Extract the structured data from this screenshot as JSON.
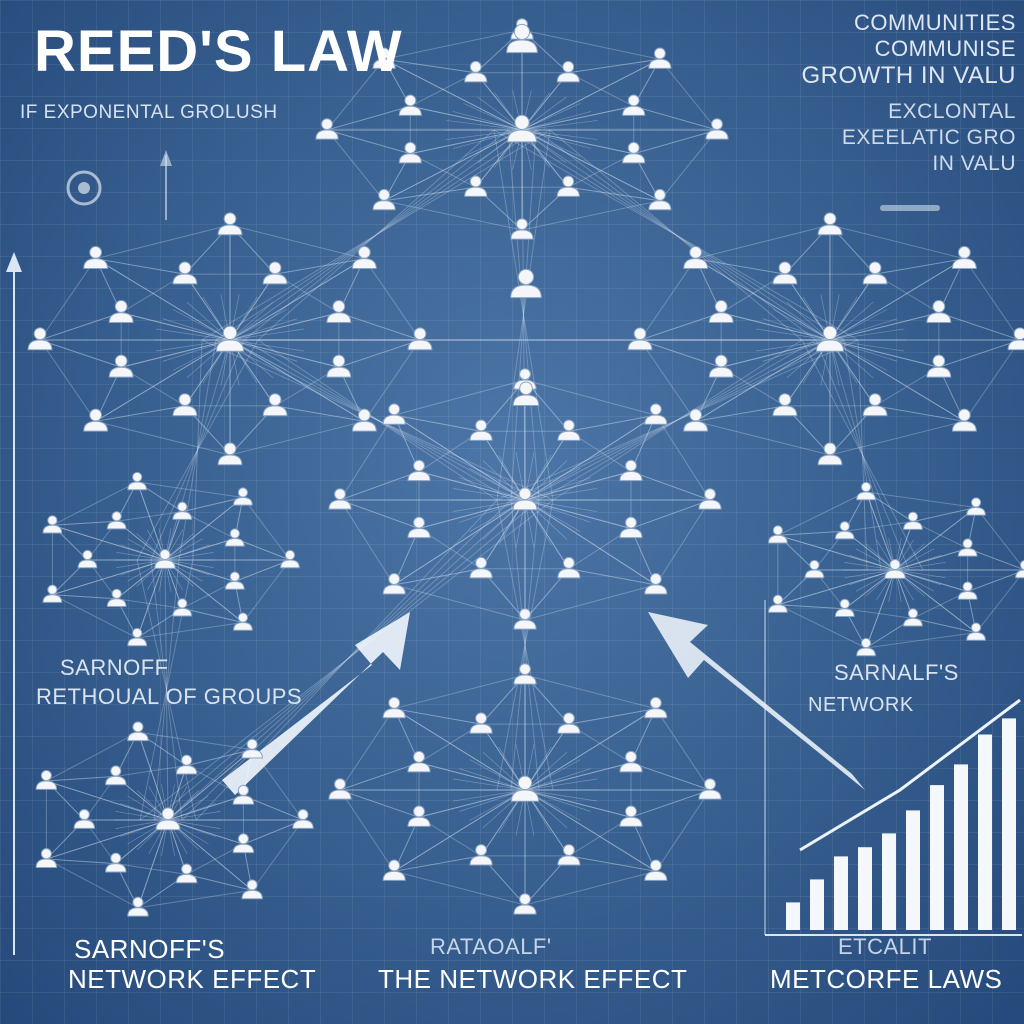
{
  "title": "REED'S LAW",
  "subtitle": "IF EXPONENTAL GROLUSH",
  "top_right": {
    "line1": "COMMUNITIES",
    "line2": "COMMUNISE",
    "line3": "GROWTH IN VALU",
    "line4": "EXCLONTAL",
    "line5": "EXEELATIC GRO",
    "line6": "IN VALU"
  },
  "labels": {
    "left_line1": "SARNOFF",
    "left_line2": "RETHOUAL OF GROUPS",
    "right_line1": "SARNALF'S",
    "right_line2": "NETWORK"
  },
  "bottom": {
    "left_line1": "SARNOFF'S",
    "left_line2": "NETWORK EFFECT",
    "center_line1": "RATAOALF'",
    "center_line2": "THE NETWORK EFFECT",
    "right_line1": "ETCALIT",
    "right_line2": "METCORFE LAWS"
  },
  "bar_chart": {
    "values": [
      0.12,
      0.22,
      0.32,
      0.36,
      0.42,
      0.52,
      0.63,
      0.72,
      0.85,
      0.92
    ]
  },
  "colors": {
    "background": "#3a6393",
    "node": "#f4f6f9",
    "link": "#dbe6f3",
    "accent": "#ffffff"
  },
  "icons": [
    "person-node-icon",
    "arrow-icon",
    "bar-chart-icon"
  ]
}
